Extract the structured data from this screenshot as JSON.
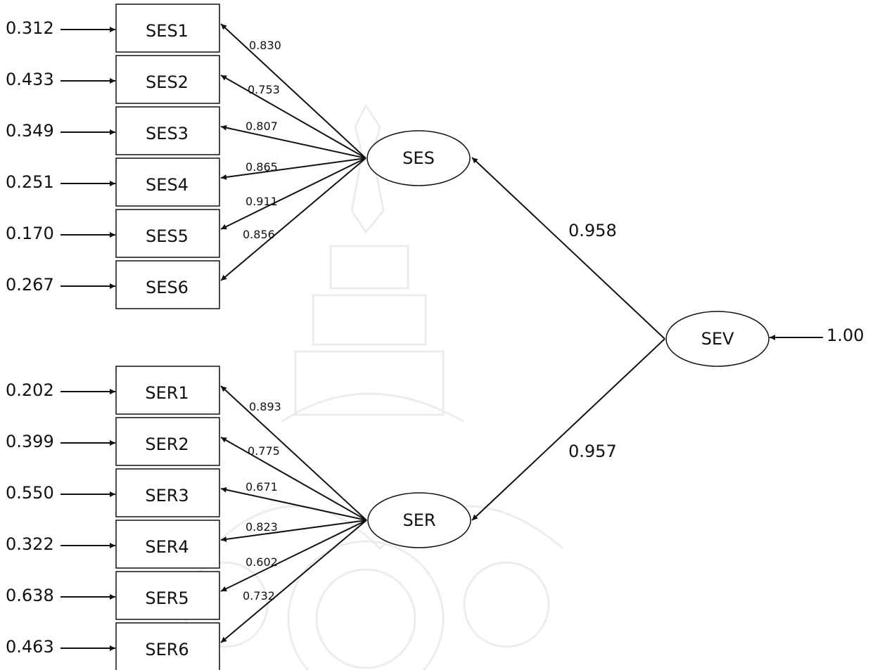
{
  "indicators": [
    {
      "label": "SES1",
      "error": "0.312",
      "loading": "0.830",
      "factor": "ses"
    },
    {
      "label": "SES2",
      "error": "0.433",
      "loading": "0.753",
      "factor": "ses"
    },
    {
      "label": "SES3",
      "error": "0.349",
      "loading": "0.807",
      "factor": "ses"
    },
    {
      "label": "SES4",
      "error": "0.251",
      "loading": "0.865",
      "factor": "ses"
    },
    {
      "label": "SES5",
      "error": "0.170",
      "loading": "0.911",
      "factor": "ses"
    },
    {
      "label": "SES6",
      "error": "0.267",
      "loading": "0.856",
      "factor": "ses"
    },
    {
      "label": "SER1",
      "error": "0.202",
      "loading": "0.893",
      "factor": "ser"
    },
    {
      "label": "SER2",
      "error": "0.399",
      "loading": "0.775",
      "factor": "ser"
    },
    {
      "label": "SER3",
      "error": "0.550",
      "loading": "0.671",
      "factor": "ser"
    },
    {
      "label": "SER4",
      "error": "0.322",
      "loading": "0.823",
      "factor": "ser"
    },
    {
      "label": "SER5",
      "error": "0.638",
      "loading": "0.602",
      "factor": "ser"
    },
    {
      "label": "SER6",
      "error": "0.463",
      "loading": "0.732",
      "factor": "ser"
    }
  ],
  "factors": {
    "ses": {
      "label": "SES",
      "path": "0.958"
    },
    "ser": {
      "label": "SER",
      "path": "0.957"
    },
    "sev": {
      "label": "SEV",
      "error": "1.00"
    }
  }
}
